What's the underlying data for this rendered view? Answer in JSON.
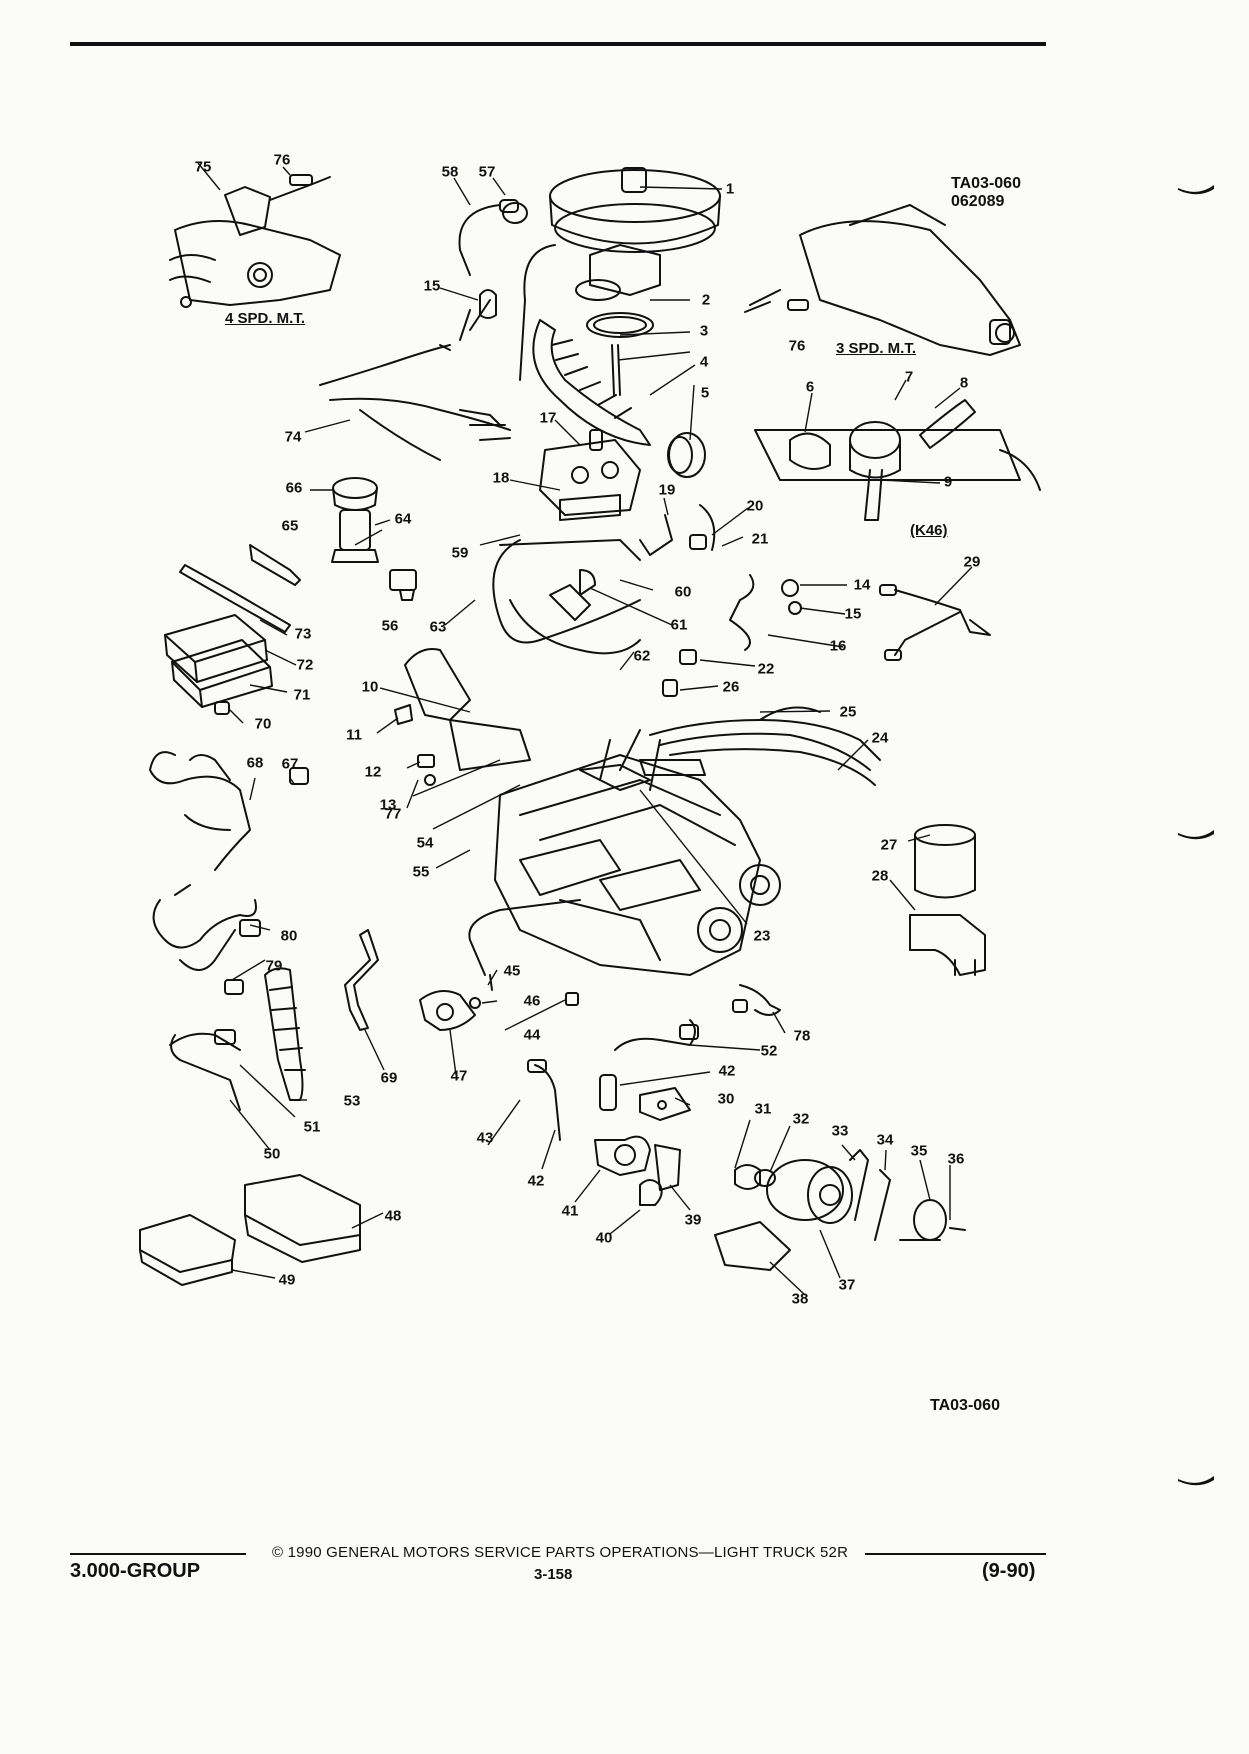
{
  "figure": {
    "code_top": "TA03-060",
    "date_code": "062089",
    "code_bottom": "TA03-060"
  },
  "sublabels": {
    "four_speed": "4 SPD. M.T.",
    "three_speed": "3 SPD. M.T.",
    "k46": "(K46)"
  },
  "callouts": [
    "75",
    "76",
    "58",
    "57",
    "1",
    "15",
    "2",
    "3",
    "4",
    "5",
    "76",
    "6",
    "7",
    "8",
    "74",
    "17",
    "9",
    "66",
    "18",
    "19",
    "20",
    "64",
    "65",
    "59",
    "21",
    "60",
    "14",
    "73",
    "56",
    "63",
    "61",
    "15",
    "29",
    "72",
    "62",
    "16",
    "22",
    "71",
    "10",
    "26",
    "70",
    "25",
    "11",
    "68",
    "67",
    "24",
    "12",
    "77",
    "13",
    "54",
    "27",
    "55",
    "28",
    "23",
    "80",
    "79",
    "45",
    "46",
    "44",
    "78",
    "47",
    "52",
    "42",
    "69",
    "53",
    "30",
    "31",
    "32",
    "33",
    "34",
    "35",
    "36",
    "43",
    "51",
    "50",
    "42",
    "41",
    "39",
    "48",
    "40",
    "37",
    "49",
    "38"
  ],
  "footer": {
    "copyright": "© 1990 GENERAL MOTORS SERVICE PARTS OPERATIONS—LIGHT TRUCK 52R",
    "group": "3.000-GROUP",
    "page": "3-158",
    "revision": "(9-90)"
  }
}
